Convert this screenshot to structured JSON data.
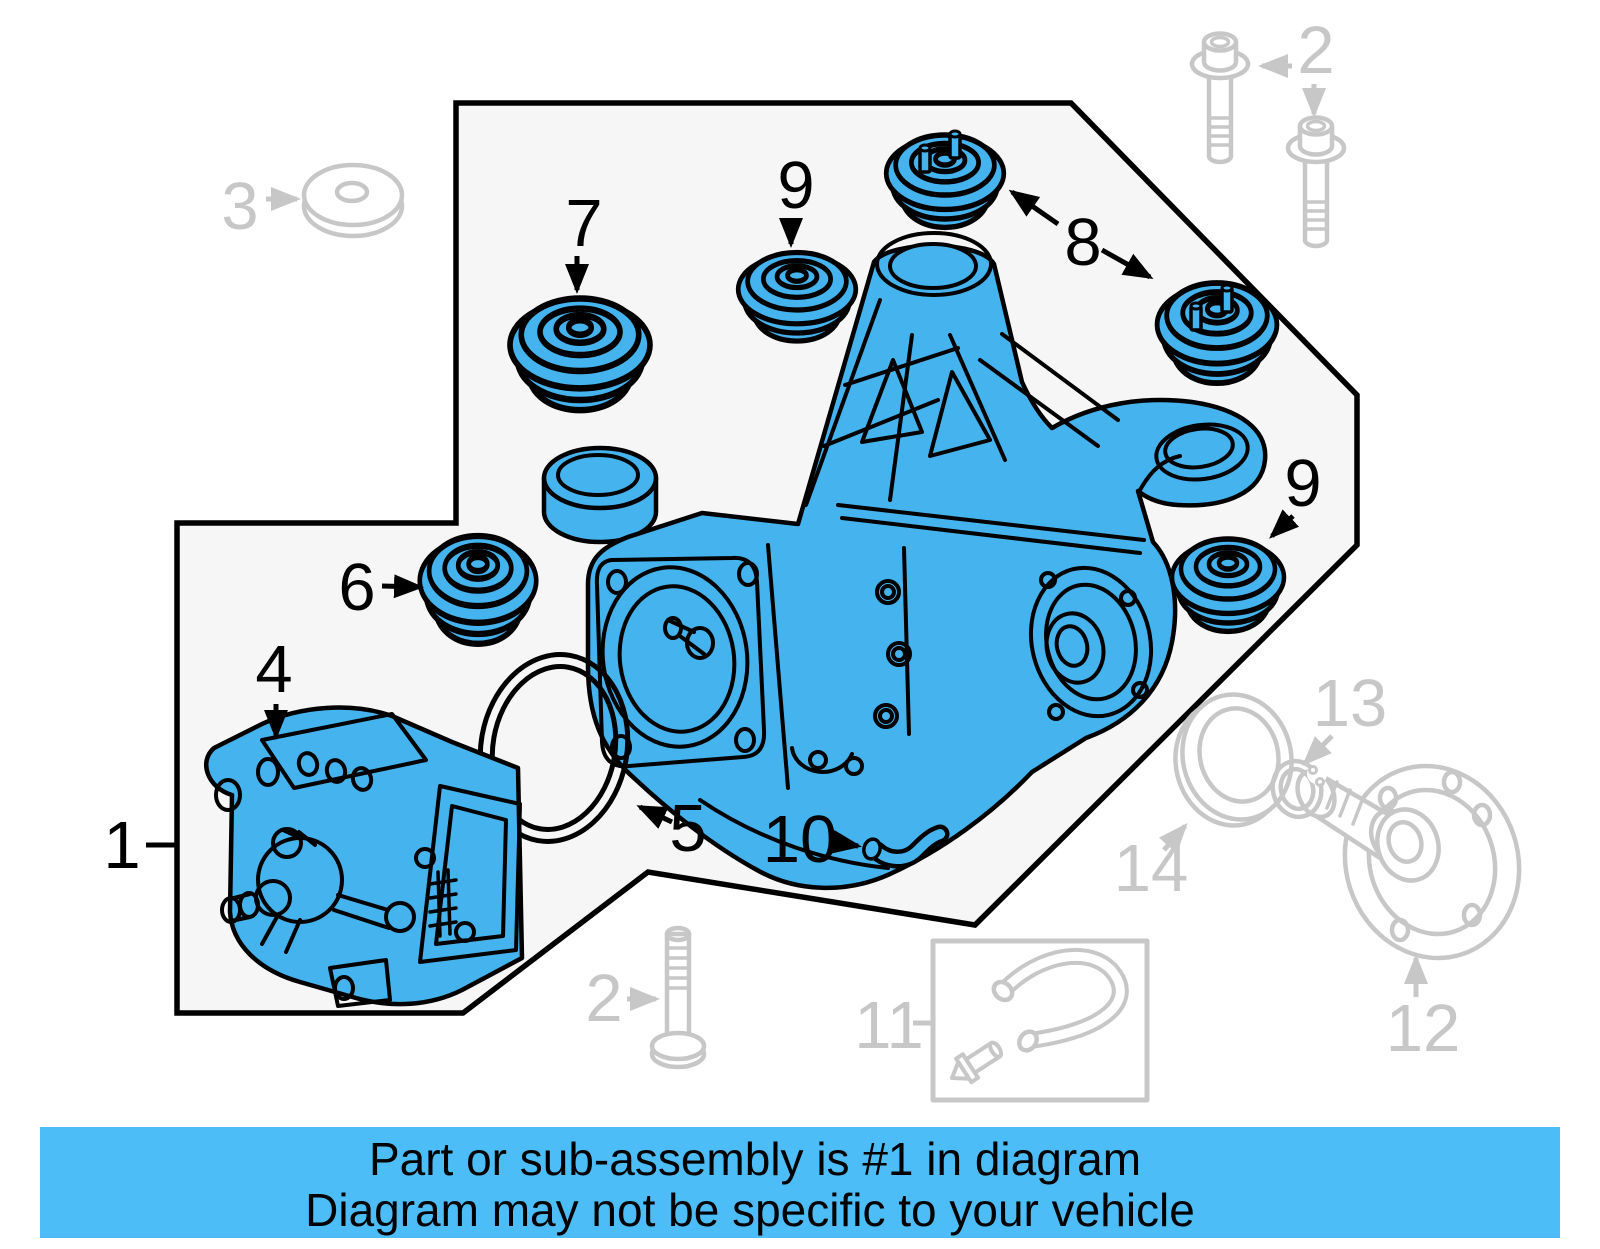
{
  "banner": {
    "line1": "Part or sub-assembly is #1 in diagram",
    "line2": "Diagram may not be specific to your vehicle"
  },
  "diagram": {
    "highlighted_part_number": "1",
    "callouts": [
      {
        "label": "1",
        "state": "highlighted"
      },
      {
        "label": "2",
        "state": "ghost"
      },
      {
        "label": "2",
        "state": "ghost"
      },
      {
        "label": "3",
        "state": "ghost"
      },
      {
        "label": "4",
        "state": "highlighted"
      },
      {
        "label": "5",
        "state": "highlighted"
      },
      {
        "label": "6",
        "state": "highlighted"
      },
      {
        "label": "7",
        "state": "highlighted"
      },
      {
        "label": "8",
        "state": "highlighted"
      },
      {
        "label": "9",
        "state": "highlighted"
      },
      {
        "label": "9",
        "state": "highlighted"
      },
      {
        "label": "10",
        "state": "highlighted"
      },
      {
        "label": "11",
        "state": "ghost"
      },
      {
        "label": "12",
        "state": "ghost"
      },
      {
        "label": "13",
        "state": "ghost"
      },
      {
        "label": "14",
        "state": "ghost"
      }
    ]
  },
  "colors": {
    "highlight_fill": "#45B3ED",
    "banner_bg": "#4CBDF6",
    "banner_text": "#000000",
    "ghost": "#C7C7C7",
    "outline": "#000000",
    "paper": "#F6F6F6",
    "background": "#FFFFFF"
  }
}
